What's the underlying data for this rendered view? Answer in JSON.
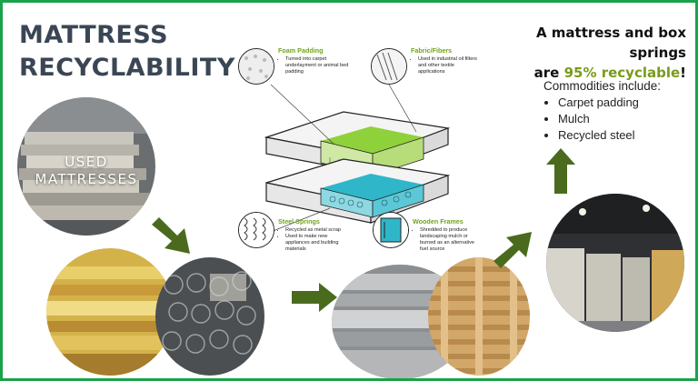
{
  "title": {
    "line1": "MATTRESS",
    "line2": "RECYCLABILITY"
  },
  "headline": {
    "line1": "A mattress and box springs",
    "prefix2": "are ",
    "highlight": "95% recyclable",
    "suffix2": "!"
  },
  "commodities": {
    "label": "Commodities include:",
    "items": [
      "Carpet padding",
      "Mulch",
      "Recycled steel"
    ]
  },
  "used_mattresses_label": {
    "line1": "USED",
    "line2": "MATTRESSES"
  },
  "callouts": {
    "foam": {
      "heading": "Foam Padding",
      "bullets": [
        "Turned into carpet underlayment or animal bed padding"
      ]
    },
    "fabric": {
      "heading": "Fabric/Fibers",
      "bullets": [
        "Used in industrial oil filters and other textile applications"
      ]
    },
    "steel": {
      "heading": "Steel Springs",
      "bullets": [
        "Recycled as metal scrap",
        "Used to make new appliances and building materials"
      ]
    },
    "wood": {
      "heading": "Wooden Frames",
      "bullets": [
        "Shredded to produce landscaping mulch or burned as an alternative fuel source"
      ]
    }
  },
  "colors": {
    "border": "#1aa34a",
    "title": "#3a4654",
    "arrow": "#4a6b1e",
    "highlight": "#7a9a1a",
    "callout_heading": "#6fa61a",
    "foam_layer": "#8fd13a",
    "spring_layer": "#2fb7c9"
  }
}
